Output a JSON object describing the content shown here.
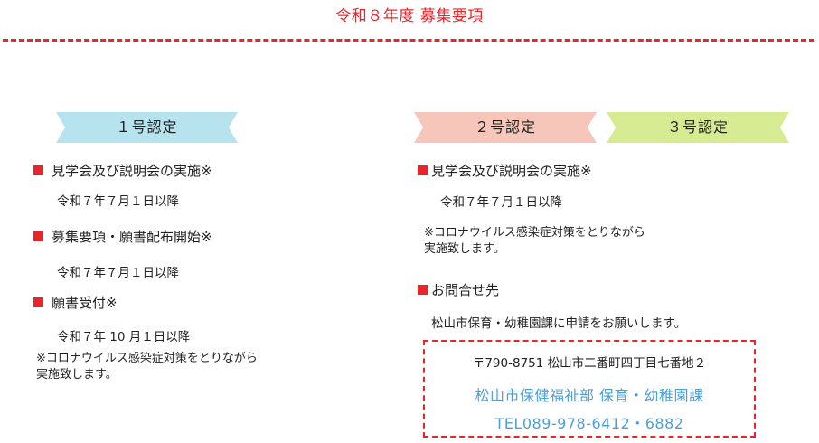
{
  "title": "令和８年度 募集要項",
  "badges": {
    "cert1": "１号認定",
    "cert2": "２号認定",
    "cert3": "３号認定"
  },
  "left": {
    "heading1": "見学会及び説明会の実施※",
    "date1": "令和７年７月１日以降",
    "heading2": "募集要項・願書配布開始※",
    "date2": "令和７年７月１日以降",
    "heading3": "願書受付※",
    "date3": "令和７年 10 月１日以降",
    "note_line1": "※コロナウイルス感染症対策をとりながら",
    "note_line2": "実施致します。"
  },
  "right": {
    "heading1": "見学会及び説明会の実施※",
    "date1": "令和７年７月１日以降",
    "note_line1": "※コロナウイルス感染症対策をとりながら",
    "note_line2": "実施致します。",
    "heading2": "お問合せ先",
    "contact_text": "松山市保育・幼稚園課に申請をお願いします。",
    "address": "〒790-8751 松山市二番町四丁目七番地２",
    "department": "松山市保健福祉部 保育・幼稚園課",
    "tel": "TEL089-978-6412・6882"
  },
  "colors": {
    "accent_red": "#e8252a",
    "badge1": "#b7e3ee",
    "badge2": "#f7c6bb",
    "badge3": "#d6eb92",
    "contact_blue": "#4b9fdb"
  }
}
